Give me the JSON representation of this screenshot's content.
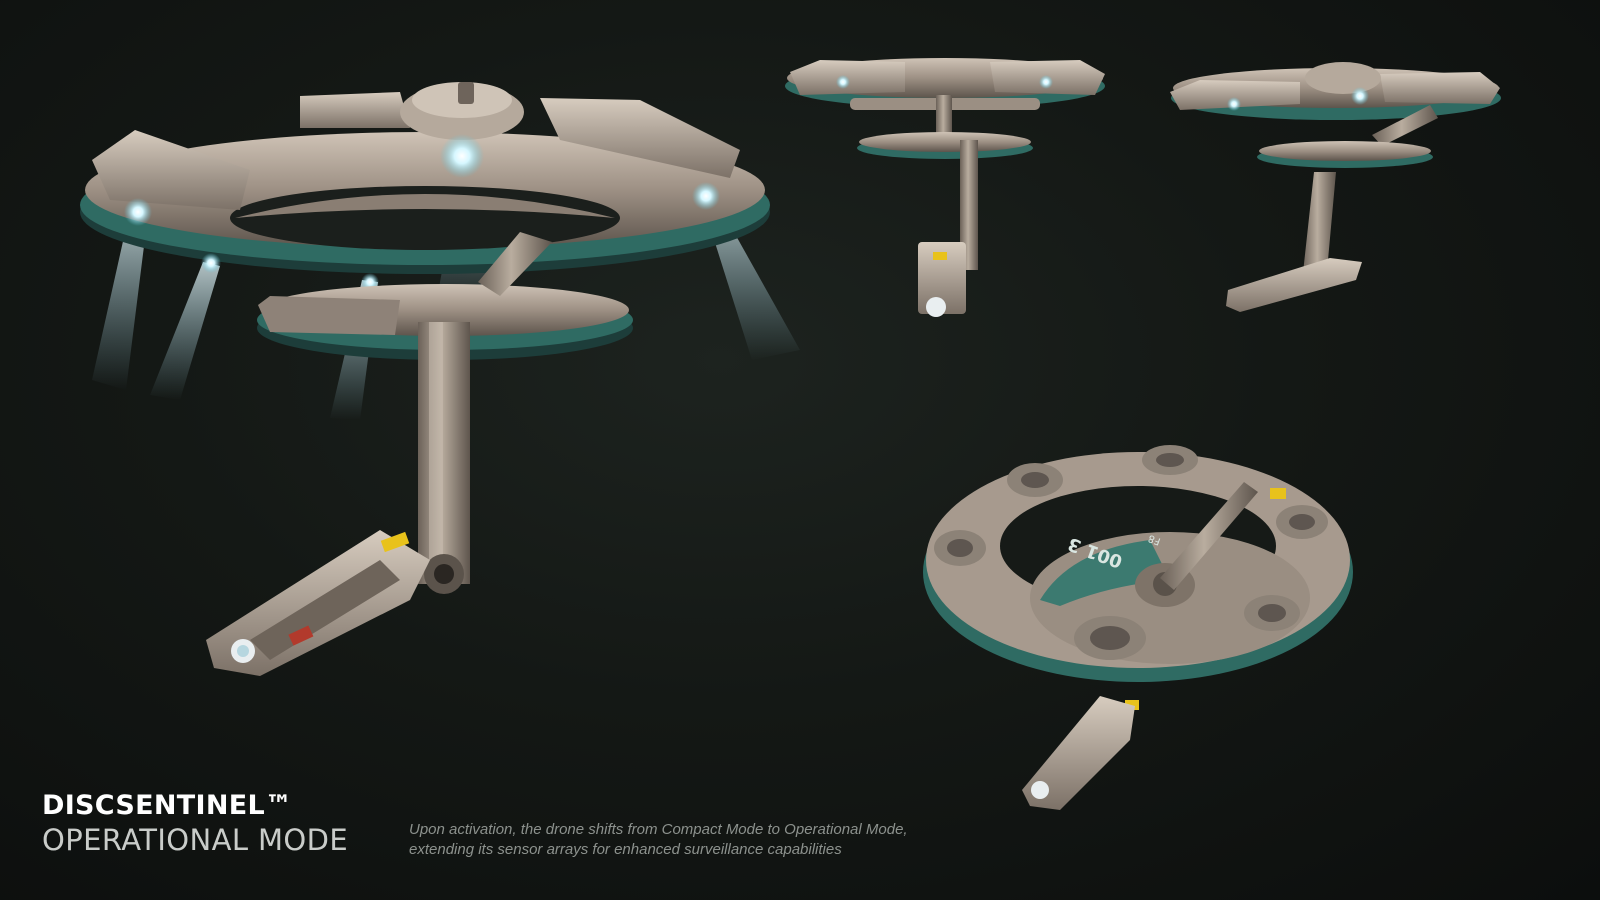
{
  "caption": {
    "title": "DISCSENTINEL™",
    "subtitle": "OPERATIONAL MODE",
    "description_line1": "Upon activation, the drone shifts from Compact Mode to Operational Mode,",
    "description_line2": "extending its sensor arrays for enhanced surveillance capabilities"
  },
  "decals": {
    "hull_number": "001 3",
    "hull_code": "F8"
  },
  "colors": {
    "background": "#141815",
    "hull": "#a89a8d",
    "hull_dark": "#5e554d",
    "accent_teal": "#2f6b63",
    "light": "#d8f6ff",
    "warning": "#e8c21b"
  }
}
